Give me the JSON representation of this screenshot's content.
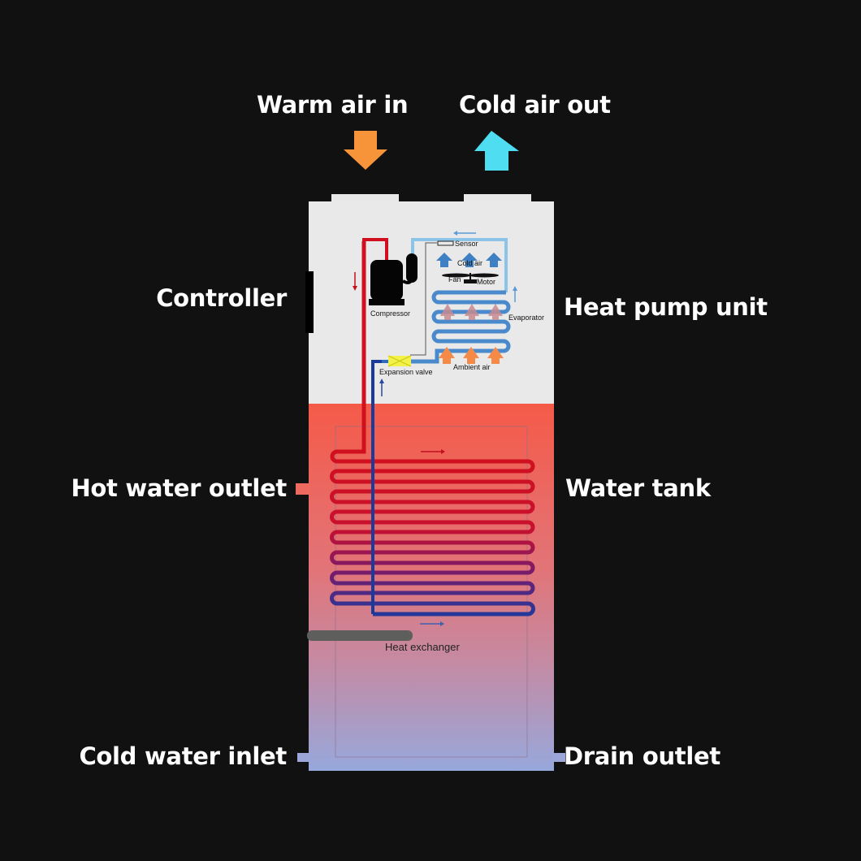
{
  "labels": {
    "warm_air_in": "Warm air in",
    "cold_air_out": "Cold air out",
    "controller": "Controller",
    "heat_pump_unit": "Heat pump unit",
    "hot_water_outlet": "Hot water outlet",
    "water_tank": "Water tank",
    "cold_water_inlet": "Cold water inlet",
    "drain_outlet": "Drain outlet"
  },
  "components": {
    "sensor": "Sensor",
    "cold_air": "Cold air",
    "fan": "Fan",
    "motor": "Motor",
    "compressor": "Compressor",
    "evaporator": "Evaporator",
    "expansion_valve": "Expansion valve",
    "ambient_air": "Ambient air",
    "heat_exchanger": "Heat exchanger"
  },
  "icons": {
    "warm_air_arrow": "arrow-down-orange",
    "cold_air_arrow": "arrow-up-cyan"
  },
  "colors": {
    "background": "#111111",
    "warm_arrow": "#F7943A",
    "cold_arrow": "#4FDDF2",
    "unit_body": "#E8E8E8",
    "tank_top": "#F55A48",
    "tank_bottom": "#9AA6DA",
    "hot_pipe": "#D0101E",
    "cold_pipe": "#1A3A9C",
    "evaporator_pipe": "#3F7FC4"
  }
}
